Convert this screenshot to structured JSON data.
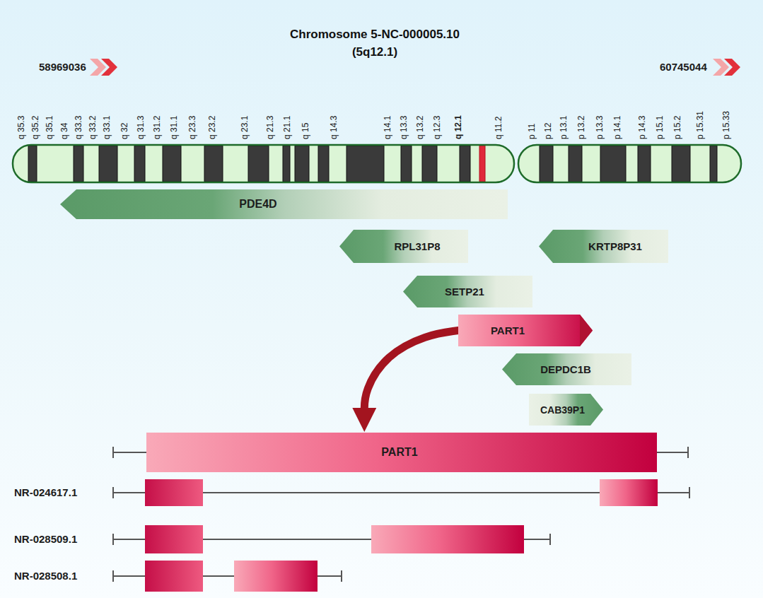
{
  "diagram": {
    "title": "Chromosome 5-NC-000005.10 (5q12.1)",
    "nodes": [
      {
        "text": [
          "PDE4D"
        ]
      },
      {
        "text": [
          "RPL31P8"
        ]
      },
      {
        "text": [
          "KRTP8P31"
        ]
      },
      {
        "text": [
          "SETP21"
        ]
      },
      {
        "text": [
          "PART1"
        ]
      },
      {
        "text": [
          "DEPDC1B"
        ]
      },
      {
        "text": [
          "CAB39P1"
        ]
      },
      {
        "text": [
          "PART1"
        ]
      }
    ],
    "edges": [
      {
        "from": 4,
        "to": 7,
        "arrow": "to"
      }
    ],
    "labels": [
      "58969036",
      "60745044",
      "q 35.3",
      "q 35.2",
      "q 35.1",
      "q 34",
      "q 33.3",
      "q 33.2",
      "q 33.1",
      "q 32",
      "q 31.3",
      "q 31.2",
      "q 31.1",
      "q 23.3",
      "q 23.2",
      "q 23.1",
      "q 21.3",
      "q 21.1",
      "q 15",
      "q 14.3",
      "q 14.1",
      "q 13.3",
      "q 13.2",
      "q 12.3",
      "q 12.1",
      "q 11.2",
      "p 11",
      "p 12",
      "p 13.1",
      "p 13.2",
      "p 13.3",
      "p 14.1",
      "p 14.3",
      "p 15.1",
      "p 15.2",
      "p 15.31",
      "p 15.33",
      "NR-024617.1",
      "NR-028509.1",
      "NR-028508.1"
    ]
  }
}
